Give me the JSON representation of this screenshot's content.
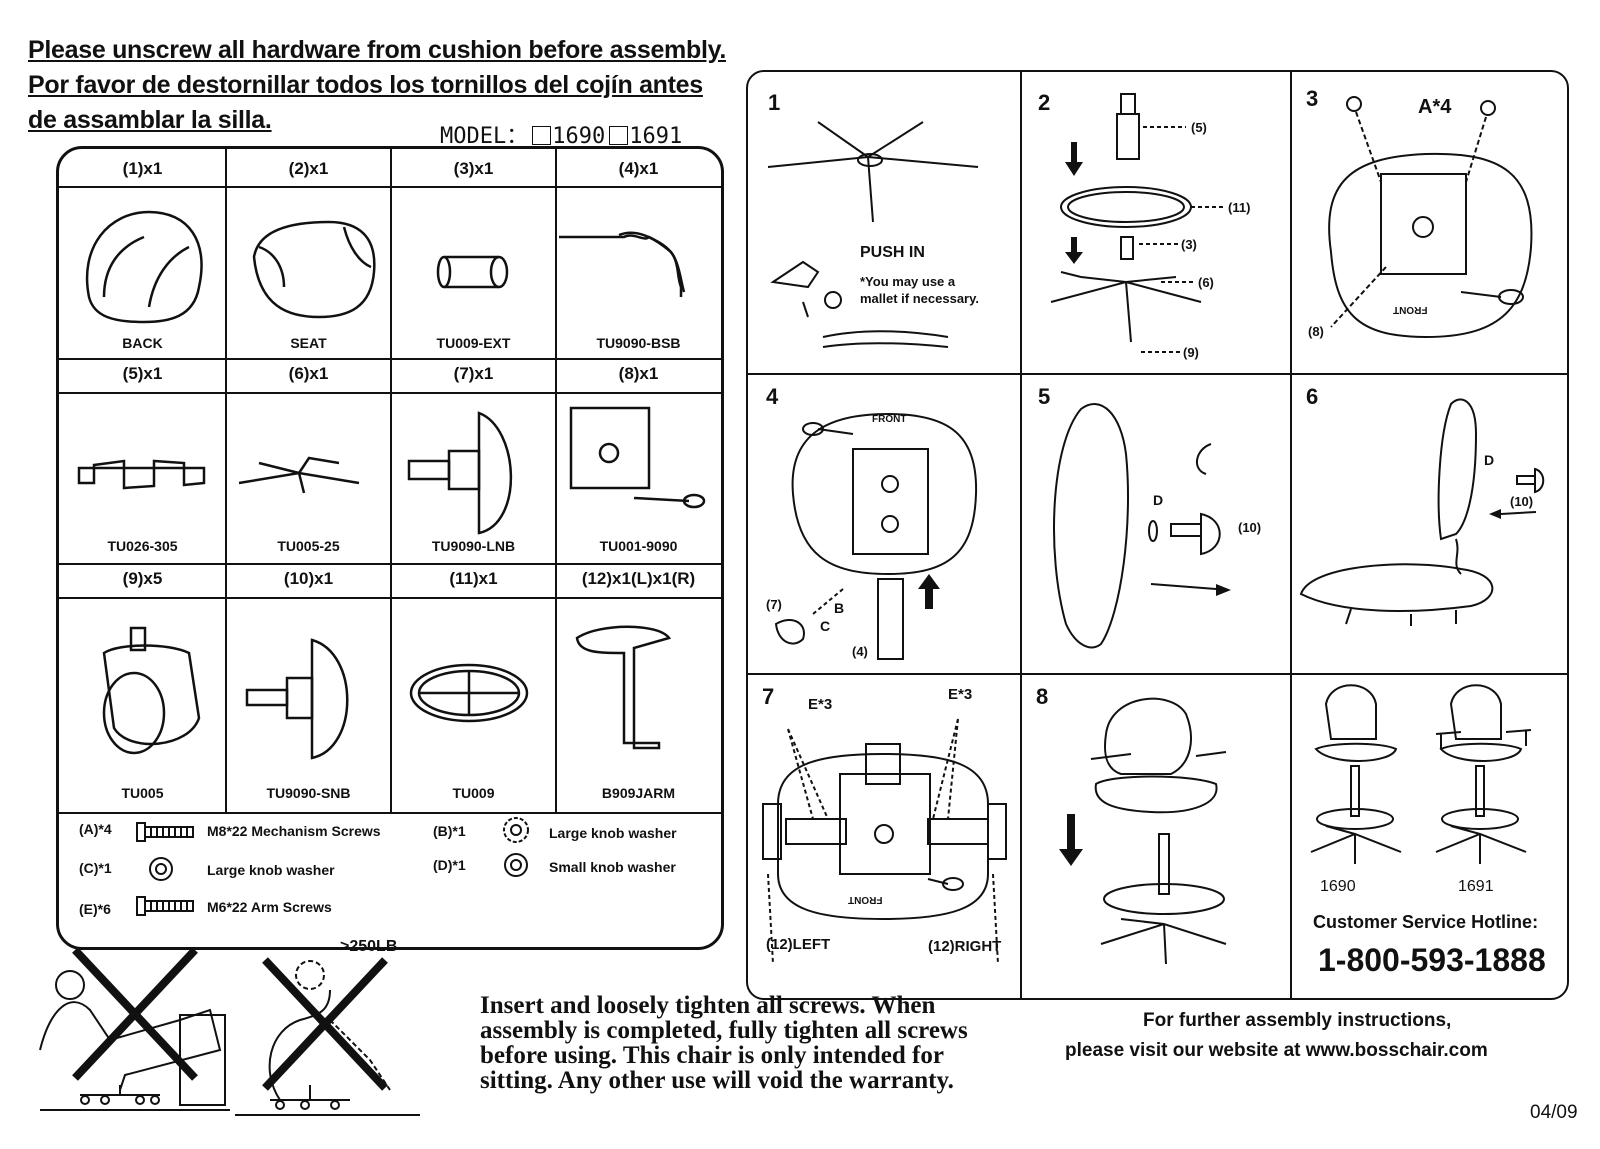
{
  "header": {
    "line1": "Please unscrew all hardware from cushion before assembly.",
    "line2": "Por favor de destornillar todos los tornillos del cojín antes",
    "line3": "de assamblar la silla.",
    "model_label": "MODEL：",
    "model_a": "1690",
    "model_b": "1691"
  },
  "parts": [
    {
      "qty": "(1)x1",
      "code": "BACK"
    },
    {
      "qty": "(2)x1",
      "code": "SEAT"
    },
    {
      "qty": "(3)x1",
      "code": "TU009-EXT"
    },
    {
      "qty": "(4)x1",
      "code": "TU9090-BSB"
    },
    {
      "qty": "(5)x1",
      "code": "TU026-305"
    },
    {
      "qty": "(6)x1",
      "code": "TU005-25"
    },
    {
      "qty": "(7)x1",
      "code": "TU9090-LNB"
    },
    {
      "qty": "(8)x1",
      "code": "TU001-9090"
    },
    {
      "qty": "(9)x5",
      "code": "TU005"
    },
    {
      "qty": "(10)x1",
      "code": "TU9090-SNB"
    },
    {
      "qty": "(11)x1",
      "code": "TU009"
    },
    {
      "qty": "(12)x1(L)x1(R)",
      "code": "B909JARM"
    }
  ],
  "hardware": [
    {
      "id": "(A)*4",
      "desc": "M8*22 Mechanism Screws",
      "icon": "screw-icon"
    },
    {
      "id": "(B)*1",
      "desc": "Large knob washer",
      "icon": "star-washer-icon"
    },
    {
      "id": "(C)*1",
      "desc": "Large knob washer",
      "icon": "washer-icon"
    },
    {
      "id": "(D)*1",
      "desc": "Small knob washer",
      "icon": "washer-icon"
    },
    {
      "id": "(E)*6",
      "desc": "M6*22  Arm Screws",
      "icon": "screw-icon"
    }
  ],
  "warning": {
    "weight": ">250LB",
    "text_lines": [
      "Insert and loosely tighten all screws. When",
      "assembly is completed, fully tighten all screws",
      "before using. This chair is only intended for",
      "sitting. Any other use will void the warranty."
    ]
  },
  "steps": {
    "s1": {
      "num": "1",
      "push": "PUSH IN",
      "note1": "*You may use a",
      "note2": "mallet if necessary."
    },
    "s2": {
      "num": "2",
      "l5": "(5)",
      "l11": "(11)",
      "l3": "(3)",
      "l6": "(6)",
      "l9": "(9)"
    },
    "s3": {
      "num": "3",
      "a4": "A*4",
      "l8": "(8)",
      "front": "FRONT"
    },
    "s4": {
      "num": "4",
      "front": "FRONT",
      "l7": "(7)",
      "b": "B",
      "c": "C",
      "l4": "(4)"
    },
    "s5": {
      "num": "5",
      "d": "D",
      "l10": "(10)"
    },
    "s6": {
      "num": "6",
      "d": "D",
      "l10": "(10)"
    },
    "s7": {
      "num": "7",
      "e3a": "E*3",
      "e3b": "E*3",
      "left": "(12)LEFT",
      "right": "(12)RIGHT",
      "front": "FRONT"
    },
    "s8": {
      "num": "8"
    },
    "models": {
      "a": "1690",
      "b": "1691",
      "hotline_label": "Customer Service Hotline:",
      "hotline": "1-800-593-1888"
    }
  },
  "footer": {
    "line1": "For further assembly instructions,",
    "line2": "please visit our website at www.bosschair.com",
    "date": "04/09"
  }
}
